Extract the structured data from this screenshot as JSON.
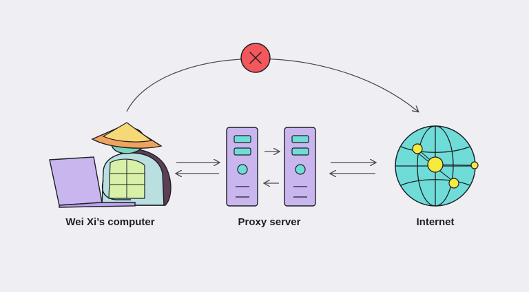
{
  "labels": {
    "computer": "Wei Xi’s computer",
    "proxy": "Proxy server",
    "internet": "Internet"
  },
  "icons": {
    "blocked": "x-circle-icon",
    "user": "turtle-character-with-laptop",
    "server": "server-rack-icon",
    "globe": "globe-icon"
  },
  "colors": {
    "background": "#efeef3",
    "outline": "#1d1d24",
    "server_fill": "#c9b6ef",
    "server_slot": "#6fdcd7",
    "globe_fill": "#6fdcd7",
    "globe_node": "#f6ea3f",
    "blocked_fill": "#f2575b",
    "hat_fill": "#f6d976",
    "hat_brim": "#f0a35c",
    "laptop_fill": "#c9b6ef",
    "turtle_skin": "#7dd3c0",
    "shell_fill": "#d9f0a8",
    "shell_back": "#5b3f55"
  }
}
